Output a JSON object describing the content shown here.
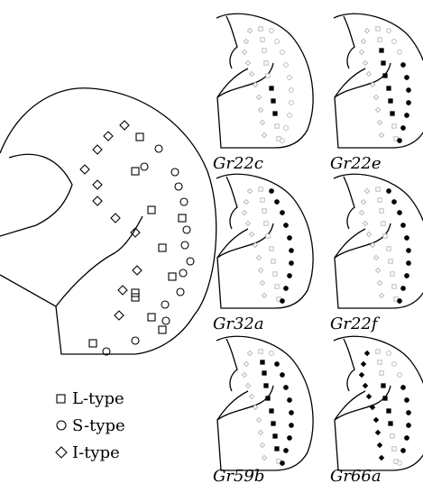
{
  "legend": {
    "items": [
      {
        "symbol": "square",
        "label": "L-type"
      },
      {
        "symbol": "circle",
        "label": "S-type"
      },
      {
        "symbol": "diamond",
        "label": "I-type"
      }
    ]
  },
  "panels": [
    {
      "gene": "Gr22c"
    },
    {
      "gene": "Gr22e"
    },
    {
      "gene": "Gr32a"
    },
    {
      "gene": "Gr22f"
    },
    {
      "gene": "Gr59b"
    },
    {
      "gene": "Gr66a"
    }
  ],
  "colors": {
    "line": "#000000",
    "filled": "#000000",
    "empty": "#b5b5b5"
  }
}
